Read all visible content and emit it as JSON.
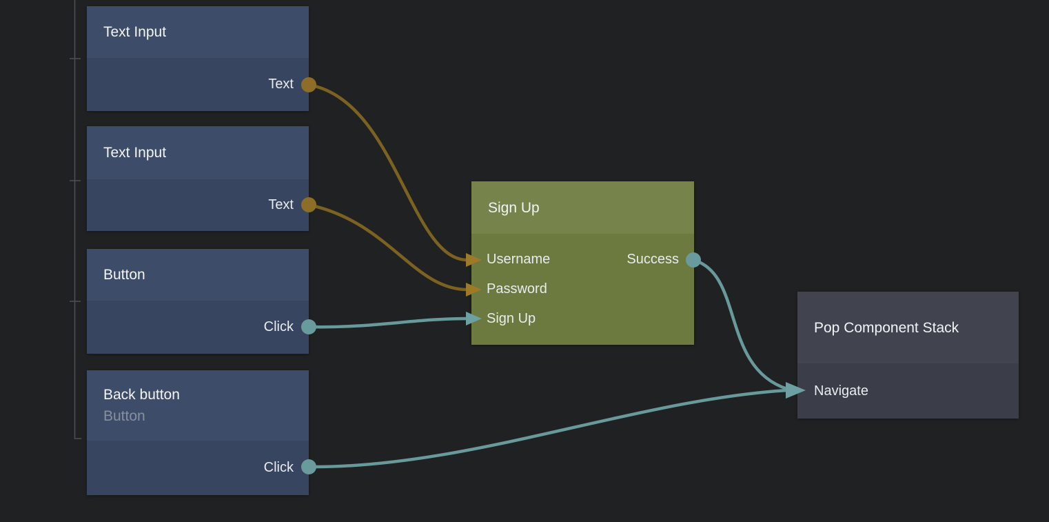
{
  "editor": {
    "type": "node-graph-editor",
    "background_color": "#202122"
  },
  "colors": {
    "node_blue_header": "#3d4c68",
    "node_blue_body": "#374560",
    "node_olive_header": "#76834a",
    "node_olive_body": "#6d7a3f",
    "node_dark_header": "#41434f",
    "node_dark_body": "#3b3d48",
    "wire_gold": "#7c6220",
    "port_dot_gold": "#8c6e28",
    "arrow_gold": "#9c7a28",
    "wire_teal": "#689a9c",
    "port_dot_teal": "#699a9c",
    "title_text": "#f2f4f6",
    "port_text": "#e9ebee",
    "subtitle_text": "#87909f",
    "hierarchy_line": "#4e4f50"
  },
  "nodes": [
    {
      "title": "Text Input",
      "output": "Text",
      "output_type": "gold"
    },
    {
      "title": "Text Input",
      "output": "Text",
      "output_type": "gold"
    },
    {
      "title": "Button",
      "output": "Click",
      "output_type": "teal"
    },
    {
      "title": "Back button",
      "subtitle": "Button",
      "output": "Click",
      "output_type": "teal"
    },
    {
      "title": "Sign Up",
      "inputs": {
        "username": "Username",
        "password": "Password",
        "signup": "Sign Up"
      },
      "output": "Success",
      "output_type": "teal"
    },
    {
      "title": "Pop Component Stack",
      "input": "Navigate"
    }
  ],
  "connections": [
    {
      "from_node": "Text Input (1)",
      "from_port": "Text",
      "to_node": "Sign Up",
      "to_port": "Username",
      "color": "#7c6220"
    },
    {
      "from_node": "Text Input (2)",
      "from_port": "Text",
      "to_node": "Sign Up",
      "to_port": "Password",
      "color": "#7c6220"
    },
    {
      "from_node": "Button",
      "from_port": "Click",
      "to_node": "Sign Up",
      "to_port": "Sign Up",
      "color": "#689a9c"
    },
    {
      "from_node": "Sign Up",
      "from_port": "Success",
      "to_node": "Pop Component Stack",
      "to_port": "Navigate",
      "color": "#689a9c"
    },
    {
      "from_node": "Back button",
      "from_port": "Click",
      "to_node": "Pop Component Stack",
      "to_port": "Navigate",
      "color": "#689a9c"
    }
  ]
}
